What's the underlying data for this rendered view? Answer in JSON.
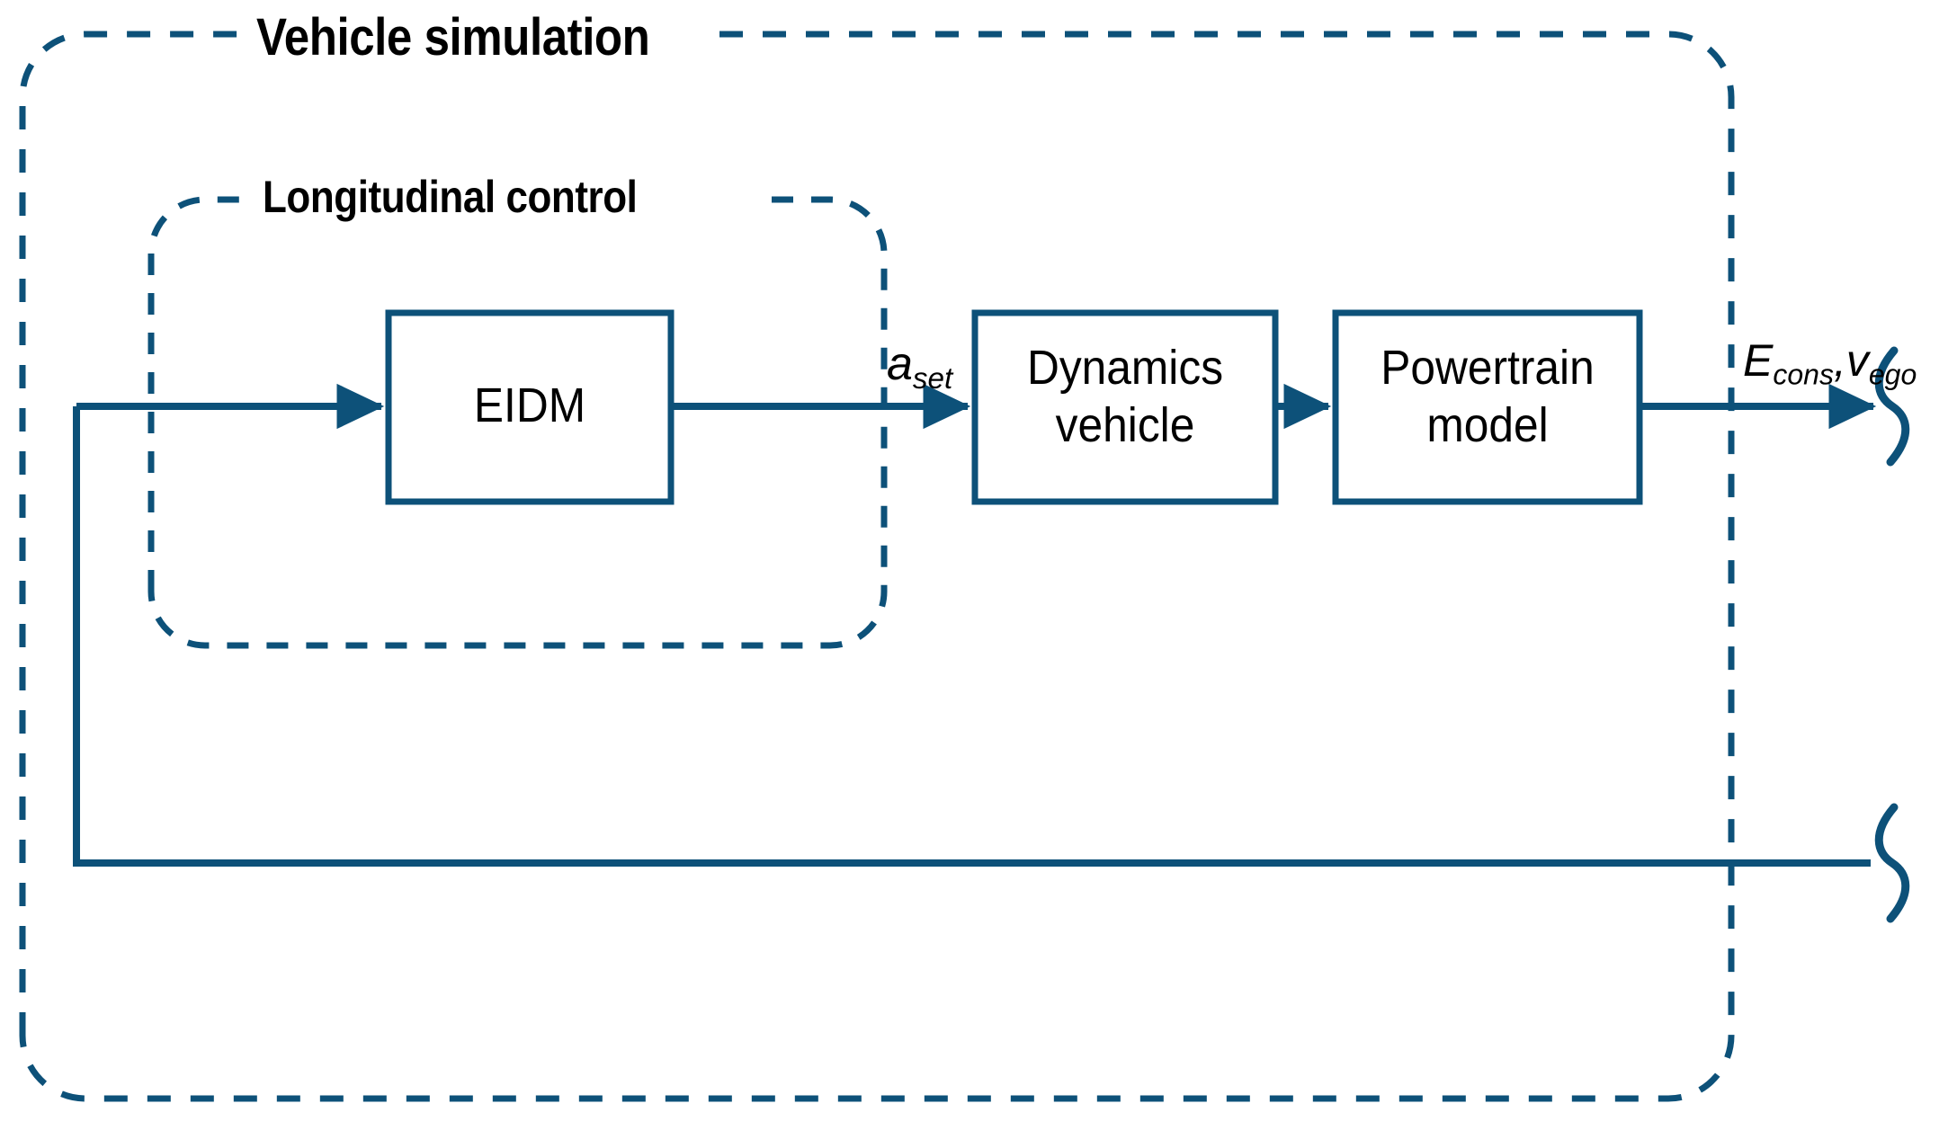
{
  "diagram": {
    "title": "Vehicle simulation block diagram",
    "colors": {
      "line": "#0d5179",
      "text": "#000000",
      "background": "#ffffff"
    },
    "groups": [
      {
        "id": "vehicle-simulation",
        "label": "Vehicle simulation",
        "style": "dashed-rounded-rect"
      },
      {
        "id": "longitudinal-control",
        "label": "Longitudinal control",
        "style": "dashed-rounded-rect"
      }
    ],
    "blocks": [
      {
        "id": "eidm",
        "label": "EIDM"
      },
      {
        "id": "dynamics-vehicle",
        "label": "Dynamics\nvehicle"
      },
      {
        "id": "powertrain-model",
        "label": "Powertrain\nmodel"
      }
    ],
    "signals": {
      "a_set": {
        "symbol": "a",
        "subscript": "set"
      },
      "outputs": [
        {
          "symbol": "E",
          "subscript": "cons"
        },
        {
          "symbol": "v",
          "subscript": "ego"
        }
      ],
      "separator": ","
    },
    "connections": [
      {
        "from": "feedback-bus",
        "to": "eidm",
        "arrow": true
      },
      {
        "from": "eidm",
        "to": "dynamics-vehicle",
        "arrow": true,
        "label": "a_set"
      },
      {
        "from": "dynamics-vehicle",
        "to": "powertrain-model",
        "arrow": true
      },
      {
        "from": "powertrain-model",
        "to": "output-break",
        "arrow": true,
        "label": "E_cons,v_ego"
      },
      {
        "from": "output-break-lower",
        "to": "feedback-bus",
        "arrow": false
      }
    ]
  }
}
